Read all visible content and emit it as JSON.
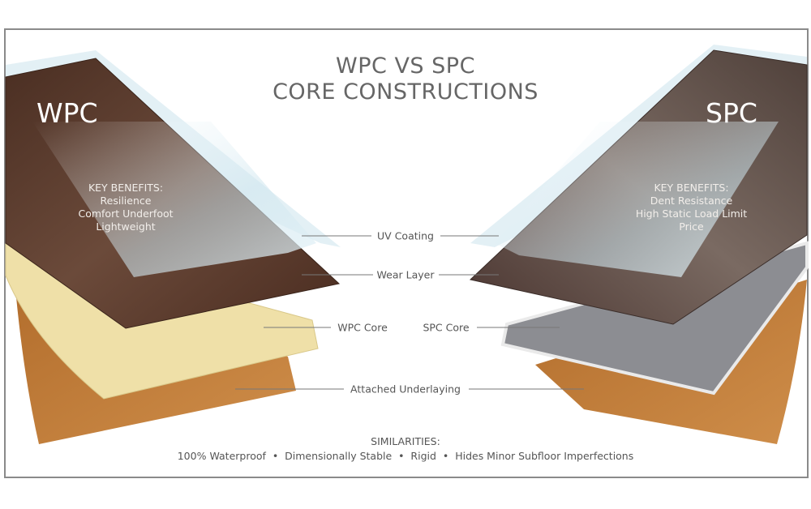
{
  "title": {
    "line1": "WPC VS SPC",
    "line2": "CORE CONSTRUCTIONS"
  },
  "wpc": {
    "name": "WPC",
    "benefits_heading": "KEY BENEFITS:",
    "benefits": [
      "Resilience",
      "Comfort Underfoot",
      "Lightweight"
    ]
  },
  "spc": {
    "name": "SPC",
    "benefits_heading": "KEY BENEFITS:",
    "benefits": [
      "Dent Resistance",
      "High Static Load Limit",
      "Price"
    ]
  },
  "layers": {
    "uv": "UV Coating",
    "wear": "Wear Layer",
    "wpc_core": "WPC Core",
    "spc_core": "SPC Core",
    "underlay": "Attached Underlaying"
  },
  "similarities": {
    "heading": "SIMILARITIES:",
    "text": "100% Waterproof  •  Dimensionally Stable  •  Rigid  •  Hides Minor Subfloor Imperfections"
  },
  "colors": {
    "wpc_wood": "#5a3a2c",
    "spc_wood": "#5b4a44",
    "wpc_core": "#efe0a8",
    "spc_core": "#8c8d92",
    "cork": "#c27d3a",
    "uv": "#cfe6ef"
  }
}
